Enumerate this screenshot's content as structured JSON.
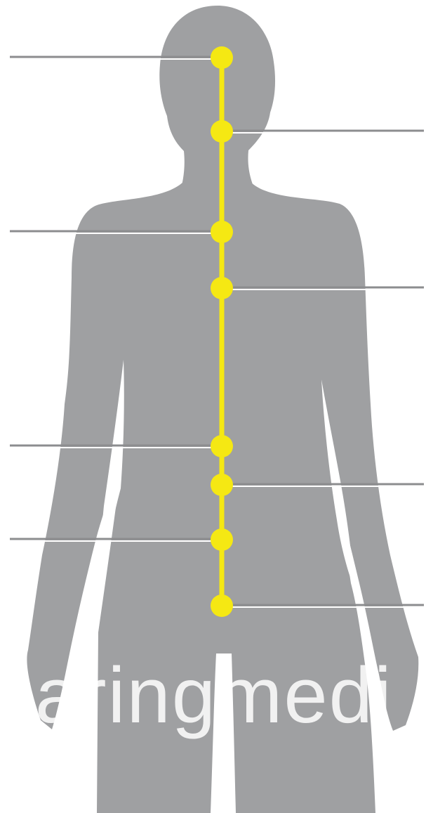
{
  "diagram": {
    "type": "body-figure-with-spinal-points",
    "view": "back",
    "points": [
      {
        "id": "p1",
        "label_side": "left"
      },
      {
        "id": "p2",
        "label_side": "right"
      },
      {
        "id": "p3",
        "label_side": "left"
      },
      {
        "id": "p4",
        "label_side": "right"
      },
      {
        "id": "p5",
        "label_side": "left"
      },
      {
        "id": "p6",
        "label_side": "right"
      },
      {
        "id": "p7",
        "label_side": "left"
      },
      {
        "id": "p8",
        "label_side": "right"
      }
    ]
  },
  "watermark": {
    "text": "caringmedi"
  },
  "colors": {
    "background": "#ffffff",
    "silhouette": "#9fa0a2",
    "spine": "#f5e813",
    "point": "#f5e813",
    "leader": "#8c8d8f",
    "leader_highlight": "#ffffff",
    "watermark": "#ffffff"
  }
}
